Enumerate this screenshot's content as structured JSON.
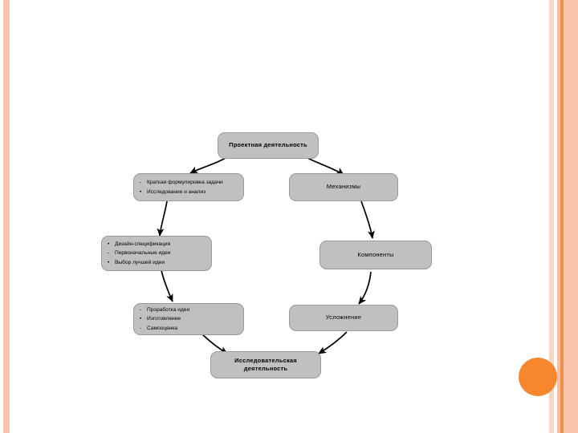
{
  "slide": {
    "background_color": "#ffffff",
    "decor": {
      "stripe_colors": [
        "#f8c3aa",
        "#f6d6c4",
        "#f6bfa3",
        "#ed8f46",
        "#fac4ab"
      ],
      "accent_dot_color": "#f7872f",
      "dot_name": "orange-circle-decoration"
    }
  },
  "diagram": {
    "type": "flowchart",
    "node_fill": "#c0c0c0",
    "node_border": "#9a9a9a",
    "arrow_color": "#000000",
    "nodes": [
      {
        "id": "project-activity",
        "title": "Проектная деятельность",
        "bullets": []
      },
      {
        "id": "task-statement",
        "title": "",
        "bullets": [
          {
            "mark": "-",
            "text": "Краткая формулировка задачи"
          },
          {
            "mark": "•",
            "text": "Исследование и анализ"
          }
        ]
      },
      {
        "id": "mechanisms",
        "title": "Механизмы",
        "bullets": []
      },
      {
        "id": "design-spec",
        "title": "",
        "bullets": [
          {
            "mark": "•",
            "text": "Дизайн-спецификация"
          },
          {
            "mark": "-",
            "text": "Первоначальные идеи"
          },
          {
            "mark": "•",
            "text": "Выбор лучшей идеи"
          }
        ]
      },
      {
        "id": "components",
        "title": "Компоненты",
        "bullets": []
      },
      {
        "id": "idea-development",
        "title": "",
        "bullets": [
          {
            "mark": "-",
            "text": "Проработка идеи"
          },
          {
            "mark": "•",
            "text": "Изготовление"
          },
          {
            "mark": "-",
            "text": "Самооценка"
          }
        ]
      },
      {
        "id": "complication",
        "title": "Усложнение",
        "bullets": []
      },
      {
        "id": "research-activity",
        "title_line_1": "Исследовательская",
        "title_line_2": "деятельность",
        "bullets": []
      }
    ]
  }
}
